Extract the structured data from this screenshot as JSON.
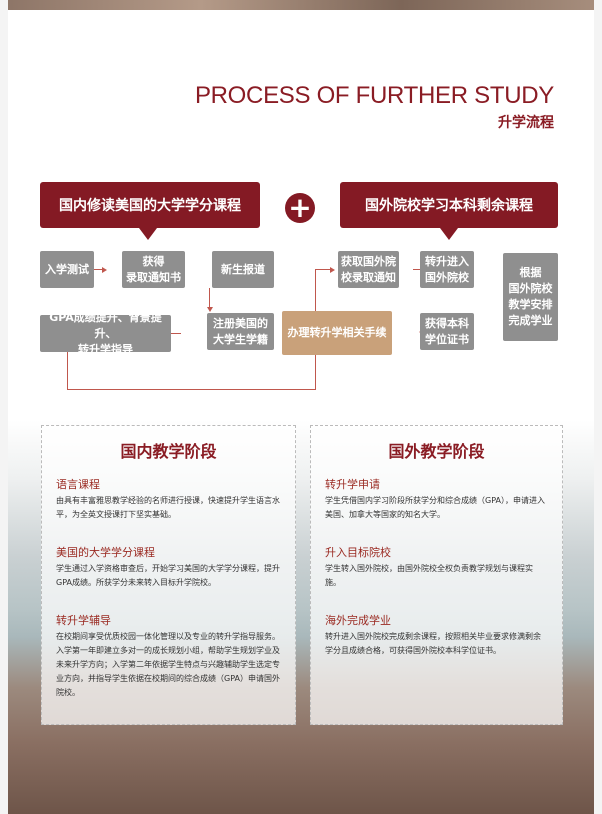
{
  "header": {
    "title": "PROCESS OF FURTHER STUDY",
    "subtitle": "升学流程"
  },
  "flow": {
    "left_header": "国内修读美国的大学学分课程",
    "right_header": "国外院校学习本科剩余课程",
    "plus_icon": "plus-icon",
    "steps": [
      "入学测试",
      "获得\n录取通知书",
      "新生报道",
      "注册美国的\n大学生学籍",
      "GPA成绩提升、背景提升、\n转升学指导",
      "办理转升学相关手续",
      "获取国外院\n校录取通知",
      "转升进入\n国外院校",
      "根据\n国外院校\n教学安排\n完成学业",
      "获得本科\n学位证书"
    ],
    "colors": {
      "header": "#841a24",
      "step": "#8f8f8f",
      "transfer_step": "#c9a17a",
      "arrow": "#c0574d"
    }
  },
  "domestic": {
    "title": "国内教学阶段",
    "sections": [
      {
        "title": "语言课程",
        "text": "由具有丰富雅思教学经验的名师进行授课，快速提升学生语言水平，为全英文授课打下坚实基础。"
      },
      {
        "title": "美国的大学学分课程",
        "text": "学生通过入学资格审查后，开始学习美国的大学学分课程，提升GPA成绩。所获学分未来转入目标升学院校。"
      },
      {
        "title": "转升学辅导",
        "text": "在校期间享受优质校园一体化管理以及专业的转升学指导服务。入学第一年即建立多对一的成长规划小组，帮助学生规划学业及未来升学方向；入学第二年依据学生特点与兴趣辅助学生选定专业方向，并指导学生依据在校期间的综合成绩（GPA）申请国外院校。"
      }
    ]
  },
  "overseas": {
    "title": "国外教学阶段",
    "sections": [
      {
        "title": "转升学申请",
        "text": "学生凭借国内学习阶段所获学分和综合成绩（GPA），申请进入美国、加拿大等国家的知名大学。"
      },
      {
        "title": "升入目标院校",
        "text": "学生转入国外院校，由国外院校全权负责教学规划与课程实施。"
      },
      {
        "title": "海外完成学业",
        "text": "转升进入国外院校完成剩余课程，按照相关毕业要求修满剩余学分且成绩合格，可获得国外院校本科学位证书。"
      }
    ]
  }
}
